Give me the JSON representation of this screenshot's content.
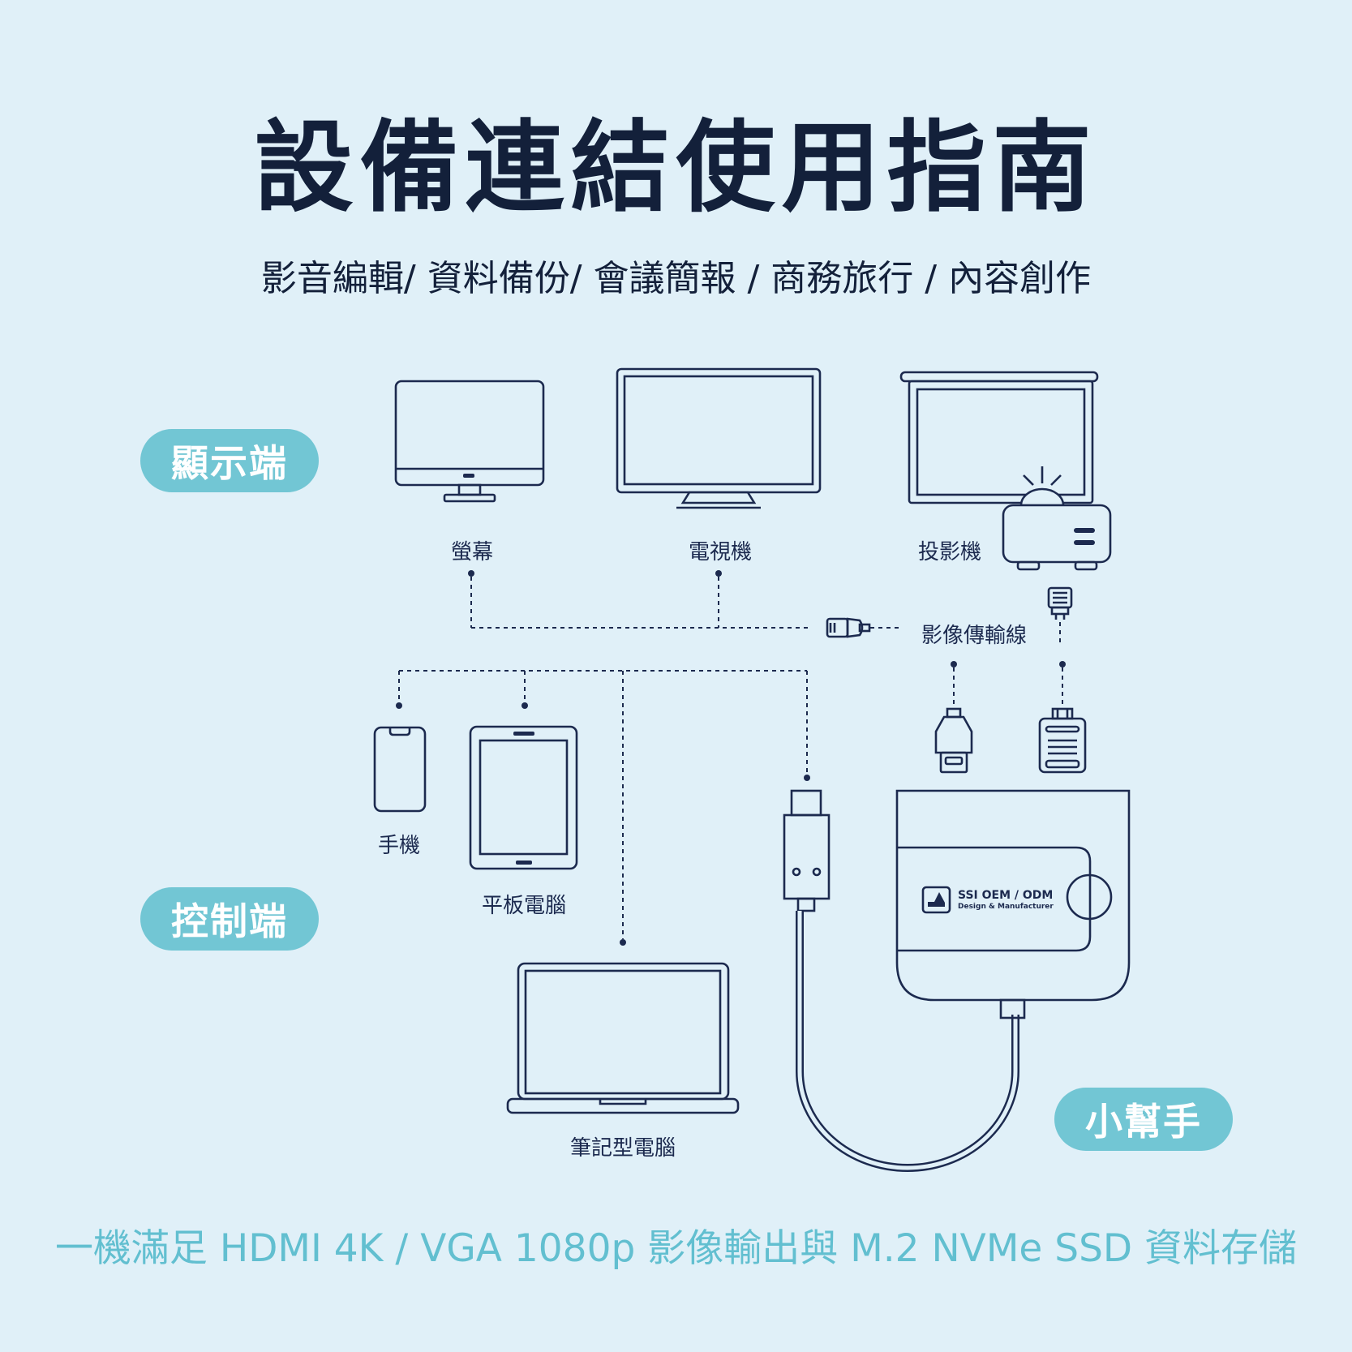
{
  "header": {
    "title": "設備連結使用指南",
    "subtitle": "影音編輯/ 資料備份/ 會議簡報 / 商務旅行 / 內容創作"
  },
  "groups": {
    "display": "顯示端",
    "control": "控制端",
    "helper": "小幫手"
  },
  "devices": {
    "monitor": "螢幕",
    "tv": "電視機",
    "projector": "投影機",
    "cable": "影像傳輸線",
    "phone": "手機",
    "tablet": "平板電腦",
    "laptop": "筆記型電腦"
  },
  "adapter": {
    "brand": "SSI OEM / ODM",
    "tagline": "Design & Manufacturer"
  },
  "footer": {
    "text": "一機滿足 HDMI 4K / VGA 1080p 影像輸出與 M.2 NVMe SSD 資料存儲"
  },
  "colors": {
    "background": "#e0f0f8",
    "ink": "#1c2a4f",
    "accent": "#72c6d4",
    "footer_text": "#62bfd0"
  }
}
